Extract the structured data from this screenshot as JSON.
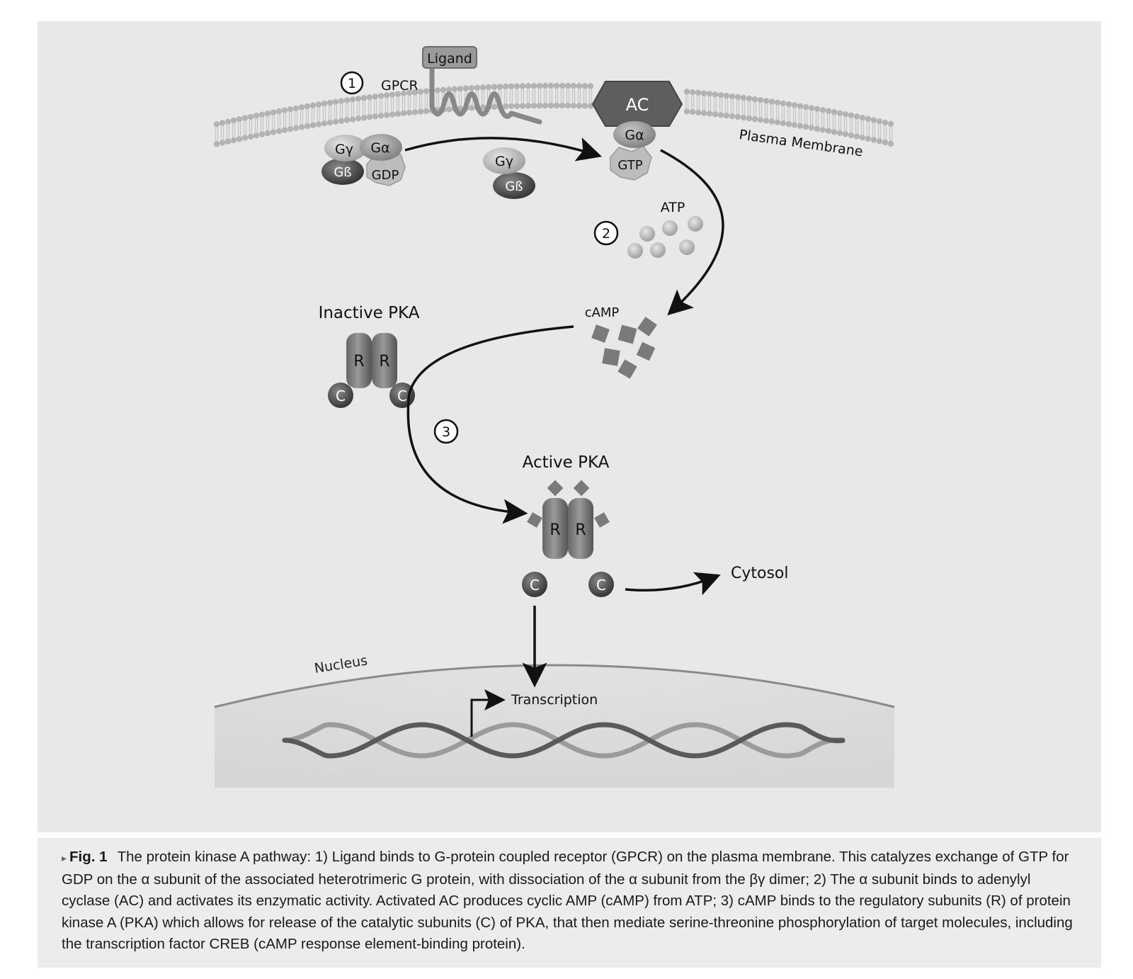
{
  "diagram": {
    "ligand": "Ligand",
    "gpcr": "GPCR",
    "ac": "AC",
    "plasma_membrane": "Plasma Membrane",
    "g_gamma": "Gγ",
    "g_alpha": "Gα",
    "g_beta": "Gß",
    "gdp": "GDP",
    "gtp": "GTP",
    "atp": "ATP",
    "camp": "cAMP",
    "inactive_pka": "Inactive PKA",
    "active_pka": "Active PKA",
    "regulatory": "R",
    "catalytic": "C",
    "cytosol": "Cytosol",
    "nucleus": "Nucleus",
    "transcription": "Transcription",
    "step1": "1",
    "step2": "2",
    "step3": "3"
  },
  "caption": {
    "marker": "▸",
    "label": "Fig. 1",
    "text": "The protein kinase A pathway: 1) Ligand binds to G-protein coupled receptor (GPCR) on the plasma membrane. This catalyzes exchange of GTP for GDP on the α subunit of the associated heterotrimeric G protein, with dissociation of the α subunit from the βγ dimer; 2) The α subunit binds to adenylyl cyclase (AC) and activates its enzymatic activity. Activated AC produces cyclic AMP (cAMP) from ATP; 3) cAMP binds to the regulatory subunits (R) of protein kinase A (PKA) which allows for release of the catalytic subunits (C) of PKA, that then mediate serine-threonine phosphorylation of target molecules, including the transcription factor CREB (cAMP response element-binding protein)."
  }
}
